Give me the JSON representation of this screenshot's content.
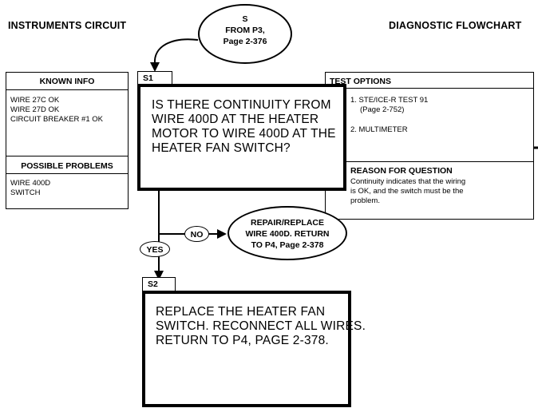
{
  "header": {
    "left_title": "INSTRUMENTS  CIRCUIT",
    "right_title": "DIAGNOSTIC  FLOWCHART"
  },
  "entry": {
    "lines": [
      "S",
      "FROM P3,",
      "Page 2-376"
    ]
  },
  "known_info": {
    "title": "KNOWN INFO",
    "items": [
      "WIRE 27C OK",
      "WIRE 27D OK",
      "CIRCUIT BREAKER #1 OK"
    ]
  },
  "possible_problems": {
    "title": "POSSIBLE PROBLEMS",
    "items": [
      "WIRE 400D",
      "SWITCH"
    ]
  },
  "step1": {
    "tag": "S1",
    "question": [
      "IS THERE CONTINUITY FROM",
      "WIRE 400D AT THE HEATER",
      "MOTOR TO WIRE 400D AT THE",
      "HEATER FAN SWITCH?"
    ]
  },
  "test_options": {
    "title": "TEST OPTIONS",
    "option1": [
      "1. STE/ICE-R TEST 91",
      "(Page 2-752)"
    ],
    "option2": "2. MULTIMETER"
  },
  "reason": {
    "title": "REASON FOR QUESTION",
    "lines": [
      "Continuity indicates that the wiring",
      "is OK, and the switch must be the",
      "problem."
    ]
  },
  "branches": {
    "no_label": "NO",
    "yes_label": "YES"
  },
  "repair": {
    "lines": [
      "REPAIR/REPLACE",
      "WIRE 400D. RETURN",
      "TO P4, Page 2-378"
    ]
  },
  "step2": {
    "tag": "S2",
    "text": [
      "REPLACE THE HEATER FAN",
      "SWITCH. RECONNECT ALL WIRES.",
      "RETURN TO P4, PAGE 2-378."
    ]
  }
}
